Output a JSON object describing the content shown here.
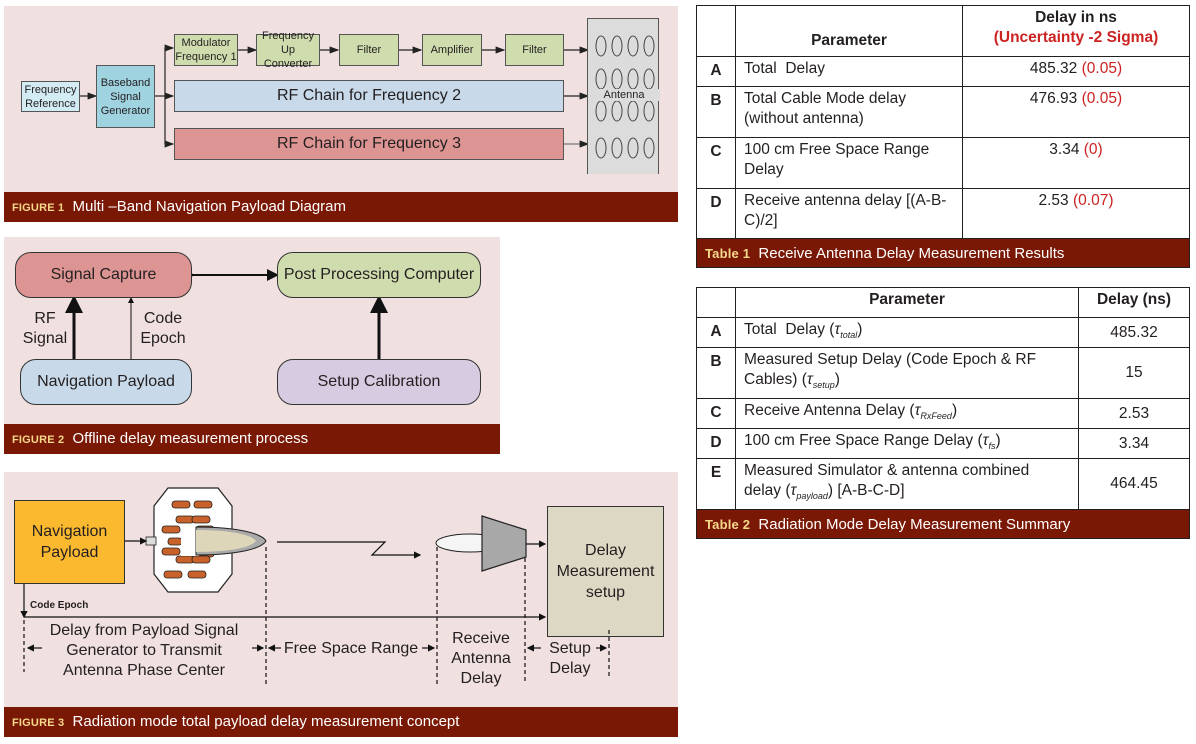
{
  "figure1": {
    "caption_tag": "FIGURE 1",
    "caption_text": "Multi –Band Navigation Payload Diagram",
    "blocks": {
      "frequency_reference": "Frequency Reference",
      "baseband_generator": "Baseband Signal Generator",
      "modulator": "Modulator Frequency 1",
      "up_converter": "Frequency Up Converter",
      "filter1": "Filter",
      "amplifier": "Amplifier",
      "filter2": "Filter",
      "rf_chain_2": "RF Chain for Frequency 2",
      "rf_chain_3": "RF Chain for Frequency 3",
      "antenna": "Antenna"
    },
    "colors": {
      "light_blue": "#d3ebf3",
      "teal": "#9fd3e0",
      "green": "#cfdcae",
      "blue_chain": "#c8d9e9",
      "red_chain": "#dd9594",
      "antenna": "#dcdcdc"
    }
  },
  "figure2": {
    "caption_tag": "FIGURE 2",
    "caption_text": "Offline delay measurement process",
    "nodes": {
      "signal_capture": "Signal Capture",
      "post_processing": "Post Processing Computer",
      "navigation_payload": "Navigation Payload",
      "setup_calibration": "Setup Calibration"
    },
    "labels": {
      "rf_signal": "RF Signal",
      "code_epoch": "Code Epoch"
    }
  },
  "figure3": {
    "caption_tag": "FIGURE 3",
    "caption_text": "Radiation mode total payload delay measurement concept",
    "nodes": {
      "navigation_payload": "Navigation Payload",
      "delay_setup": "Delay Measurement setup"
    },
    "labels": {
      "code_epoch": "Code Epoch",
      "delay_from_payload": "Delay from Payload Signal Generator to Transmit Antenna Phase Center",
      "free_space_range": "Free Space Range",
      "receive_antenna_delay": "Receive Antenna Delay",
      "setup_delay": "Setup Delay"
    }
  },
  "table1": {
    "caption_tag": "Table 1",
    "caption_text": "Receive Antenna Delay Measurement Results",
    "headers": {
      "parameter": "Parameter",
      "delay": "Delay in ns",
      "uncertainty": "(Uncertainty -2 Sigma)"
    },
    "rows": [
      {
        "key": "A",
        "parameter": "Total  Delay",
        "value": "485.32",
        "uncertainty": "(0.05)"
      },
      {
        "key": "B",
        "parameter": "Total Cable Mode delay (without antenna)",
        "value": "476.93",
        "uncertainty": "(0.05)"
      },
      {
        "key": "C",
        "parameter": "100 cm Free Space Range Delay",
        "value": "3.34",
        "uncertainty": "(0)"
      },
      {
        "key": "D",
        "parameter": "Receive antenna delay [(A-B-C)/2]",
        "value": "2.53",
        "uncertainty": "(0.07)"
      }
    ]
  },
  "table2": {
    "caption_tag": "Table 2",
    "caption_text": "Radiation Mode Delay Measurement Summary",
    "headers": {
      "parameter": "Parameter",
      "delay": "Delay (ns)"
    },
    "rows": [
      {
        "key": "A",
        "parameter": "Total  Delay (",
        "symbol": "τ",
        "subscript": "total",
        "suffix": ")",
        "value": "485.32"
      },
      {
        "key": "B",
        "parameter": "Measured Setup Delay (Code Epoch & RF Cables) (",
        "symbol": "τ",
        "subscript": "setup",
        "suffix": ")",
        "value": "15"
      },
      {
        "key": "C",
        "parameter": "Receive Antenna Delay (",
        "symbol": "τ",
        "subscript": "RxFeed",
        "suffix": ")",
        "value": "2.53"
      },
      {
        "key": "D",
        "parameter": "100 cm Free Space Range Delay (",
        "symbol": "τ",
        "subscript": "fs",
        "suffix": ")",
        "value": "3.34"
      },
      {
        "key": "E",
        "parameter": "Measured Simulator & antenna combined delay (",
        "symbol": "τ",
        "subscript": "payload",
        "suffix": ") [A-B-C-D]",
        "value": "464.45"
      }
    ]
  },
  "colors": {
    "caption_bg": "#7a1806",
    "caption_tag": "#f5d98a",
    "panel_bg": "#f0e0e0",
    "uncertainty_red": "#cc2222"
  }
}
